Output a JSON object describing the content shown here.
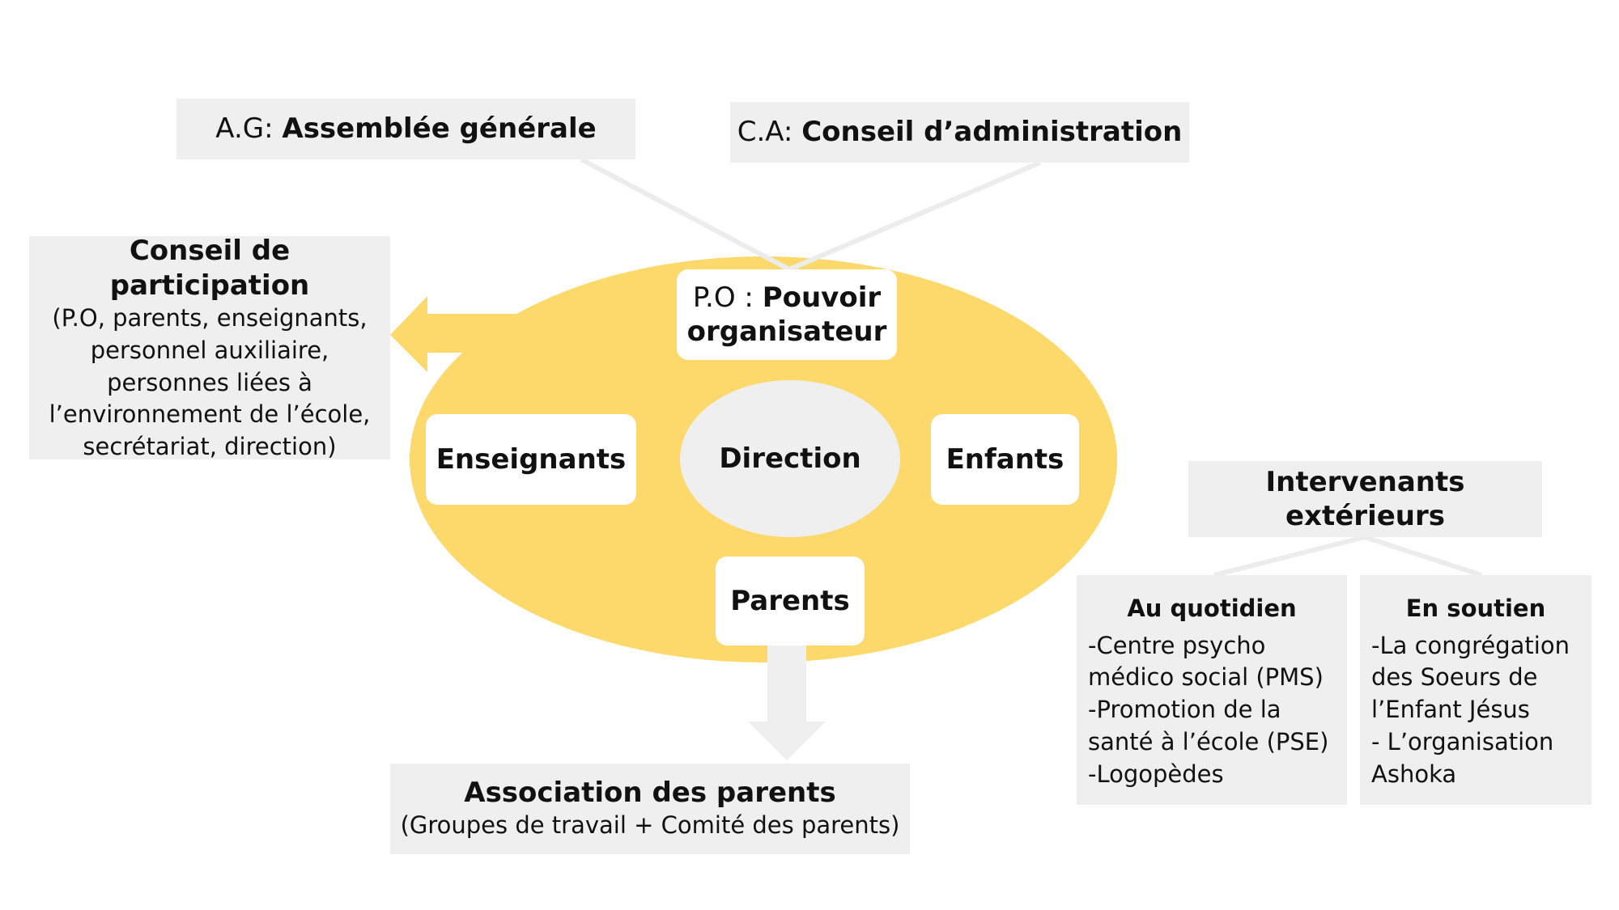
{
  "colors": {
    "ellipse": "#fdd86a",
    "box_grey": "#efefef",
    "connector": "#ececec",
    "text": "#111111"
  },
  "ag": {
    "prefix": "A.G: ",
    "title": "Assemblée générale"
  },
  "ca": {
    "prefix": "C.A: ",
    "title": "Conseil d’administration"
  },
  "conseil_participation": {
    "title": "Conseil de participation",
    "lines": [
      "(P.O, parents, enseignants,",
      "personnel auxiliaire,",
      "personnes liées à",
      "l’environnement de l’école,",
      "secrétariat, direction)"
    ]
  },
  "po": {
    "prefix": "P.O : ",
    "title_line1": "Pouvoir",
    "title_line2": "organisateur"
  },
  "direction": "Direction",
  "enseignants": "Enseignants",
  "enfants": "Enfants",
  "parents": "Parents",
  "association": {
    "title": "Association des parents",
    "subtitle": "(Groupes de travail + Comité des parents)"
  },
  "intervenants": {
    "title": "Intervenants extérieurs"
  },
  "au_quotidien": {
    "title": "Au quotidien",
    "lines": [
      "-Centre psycho",
      "médico social (PMS)",
      "-Promotion de la",
      "santé à l’école (PSE)",
      "-Logopèdes"
    ]
  },
  "en_soutien": {
    "title": "En soutien",
    "lines": [
      "-La congrégation",
      "des Soeurs de",
      "l’Enfant Jésus",
      "- L’organisation",
      "Ashoka"
    ]
  }
}
